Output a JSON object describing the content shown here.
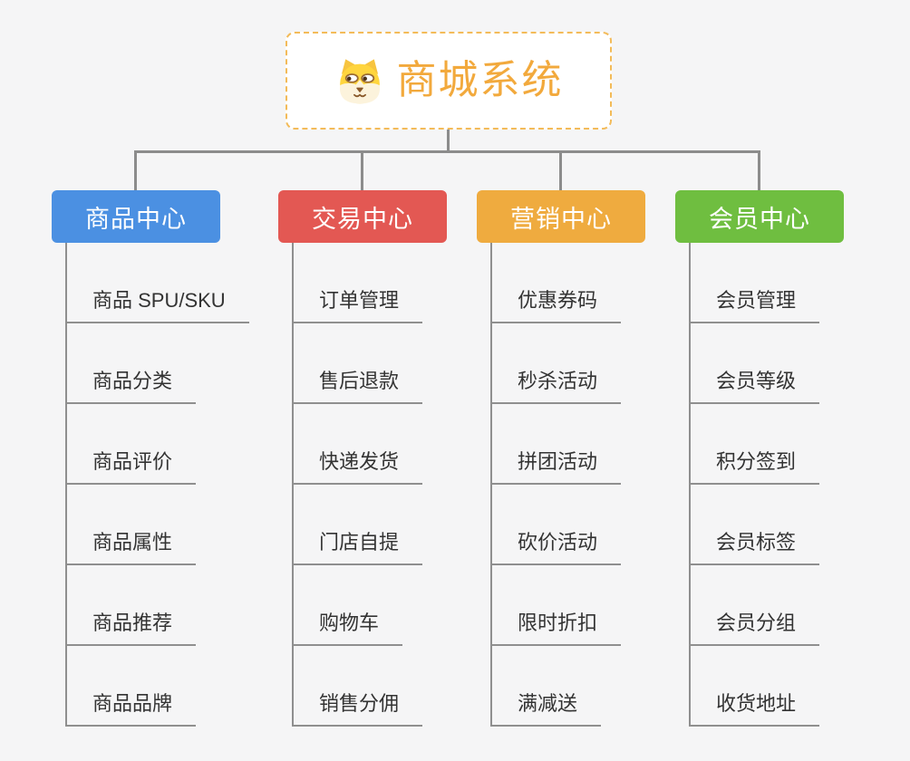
{
  "root": {
    "title": "商城系统",
    "icon": "dog-face-icon"
  },
  "colors": {
    "background": "#f5f5f6",
    "connector": "#8c8c8c",
    "underline": "#8f8f8f",
    "root_border": "#f3bb59",
    "root_text": "#f2a93c",
    "item_text": "#333333"
  },
  "branches": [
    {
      "label": "商品中心",
      "color": "#4b90e2",
      "children": [
        "商品 SPU/SKU",
        "商品分类",
        "商品评价",
        "商品属性",
        "商品推荐",
        "商品品牌"
      ]
    },
    {
      "label": "交易中心",
      "color": "#e35853",
      "children": [
        "订单管理",
        "售后退款",
        "快递发货",
        "门店自提",
        "购物车",
        "销售分佣"
      ]
    },
    {
      "label": "营销中心",
      "color": "#efab3f",
      "children": [
        "优惠券码",
        "秒杀活动",
        "拼团活动",
        "砍价活动",
        "限时折扣",
        "满减送"
      ]
    },
    {
      "label": "会员中心",
      "color": "#6fbe40",
      "children": [
        "会员管理",
        "会员等级",
        "积分签到",
        "会员标签",
        "会员分组",
        "收货地址"
      ]
    }
  ]
}
